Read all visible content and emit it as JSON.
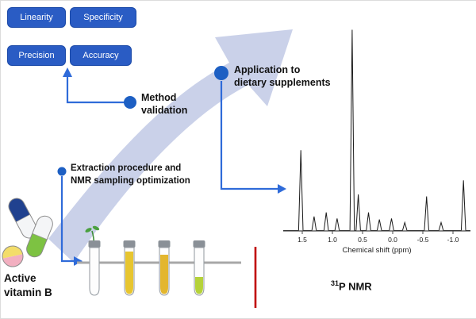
{
  "validation": {
    "boxes": [
      {
        "label": "Linearity"
      },
      {
        "label": "Specificity"
      },
      {
        "label": "Precision"
      },
      {
        "label": "Accuracy"
      }
    ]
  },
  "steps": {
    "method_validation": "Method\nvalidation",
    "application": "Application to\ndietary supplements",
    "extraction": "Extraction procedure and\nNMR sampling optimization"
  },
  "sample": {
    "label": "Active\nvitamin B"
  },
  "chart_data": {
    "type": "line",
    "isotope": "31",
    "nucleus": "P NMR",
    "xlabel": "Chemical shift (ppm)",
    "x_ticks": [
      "1.5",
      "1.0",
      "0.5",
      "0.0",
      "-0.5",
      "-1.0"
    ],
    "x_range_ppm": [
      1.8,
      -1.3
    ],
    "ylabel": "",
    "grid": false,
    "peaks": [
      {
        "ppm": 1.52,
        "intensity": 0.4
      },
      {
        "ppm": 1.3,
        "intensity": 0.07
      },
      {
        "ppm": 1.1,
        "intensity": 0.09
      },
      {
        "ppm": 0.92,
        "intensity": 0.06
      },
      {
        "ppm": 0.67,
        "intensity": 1.0
      },
      {
        "ppm": 0.57,
        "intensity": 0.18
      },
      {
        "ppm": 0.4,
        "intensity": 0.09
      },
      {
        "ppm": 0.22,
        "intensity": 0.055
      },
      {
        "ppm": 0.02,
        "intensity": 0.06
      },
      {
        "ppm": -0.2,
        "intensity": 0.04
      },
      {
        "ppm": -0.56,
        "intensity": 0.17
      },
      {
        "ppm": -0.8,
        "intensity": 0.04
      },
      {
        "ppm": -1.17,
        "intensity": 0.25
      }
    ]
  },
  "colors": {
    "box_blue": "#2a5cc4",
    "box_border": "#1c4aa8",
    "bullet_blue": "#1d5fc3",
    "line_blue": "#2f6bd9",
    "arrow_fill": "#c7cfe8",
    "capsule_navy": "#20418f",
    "capsule_green": "#7dc242",
    "tablet_yellow": "#f3dd6a",
    "tablet_pink": "#f2afc0",
    "liquid_yellow": "#e7c52f",
    "liquid_amber": "#e3b62e",
    "liquid_green": "#b5d23a",
    "capillary_red": "#c00000"
  }
}
